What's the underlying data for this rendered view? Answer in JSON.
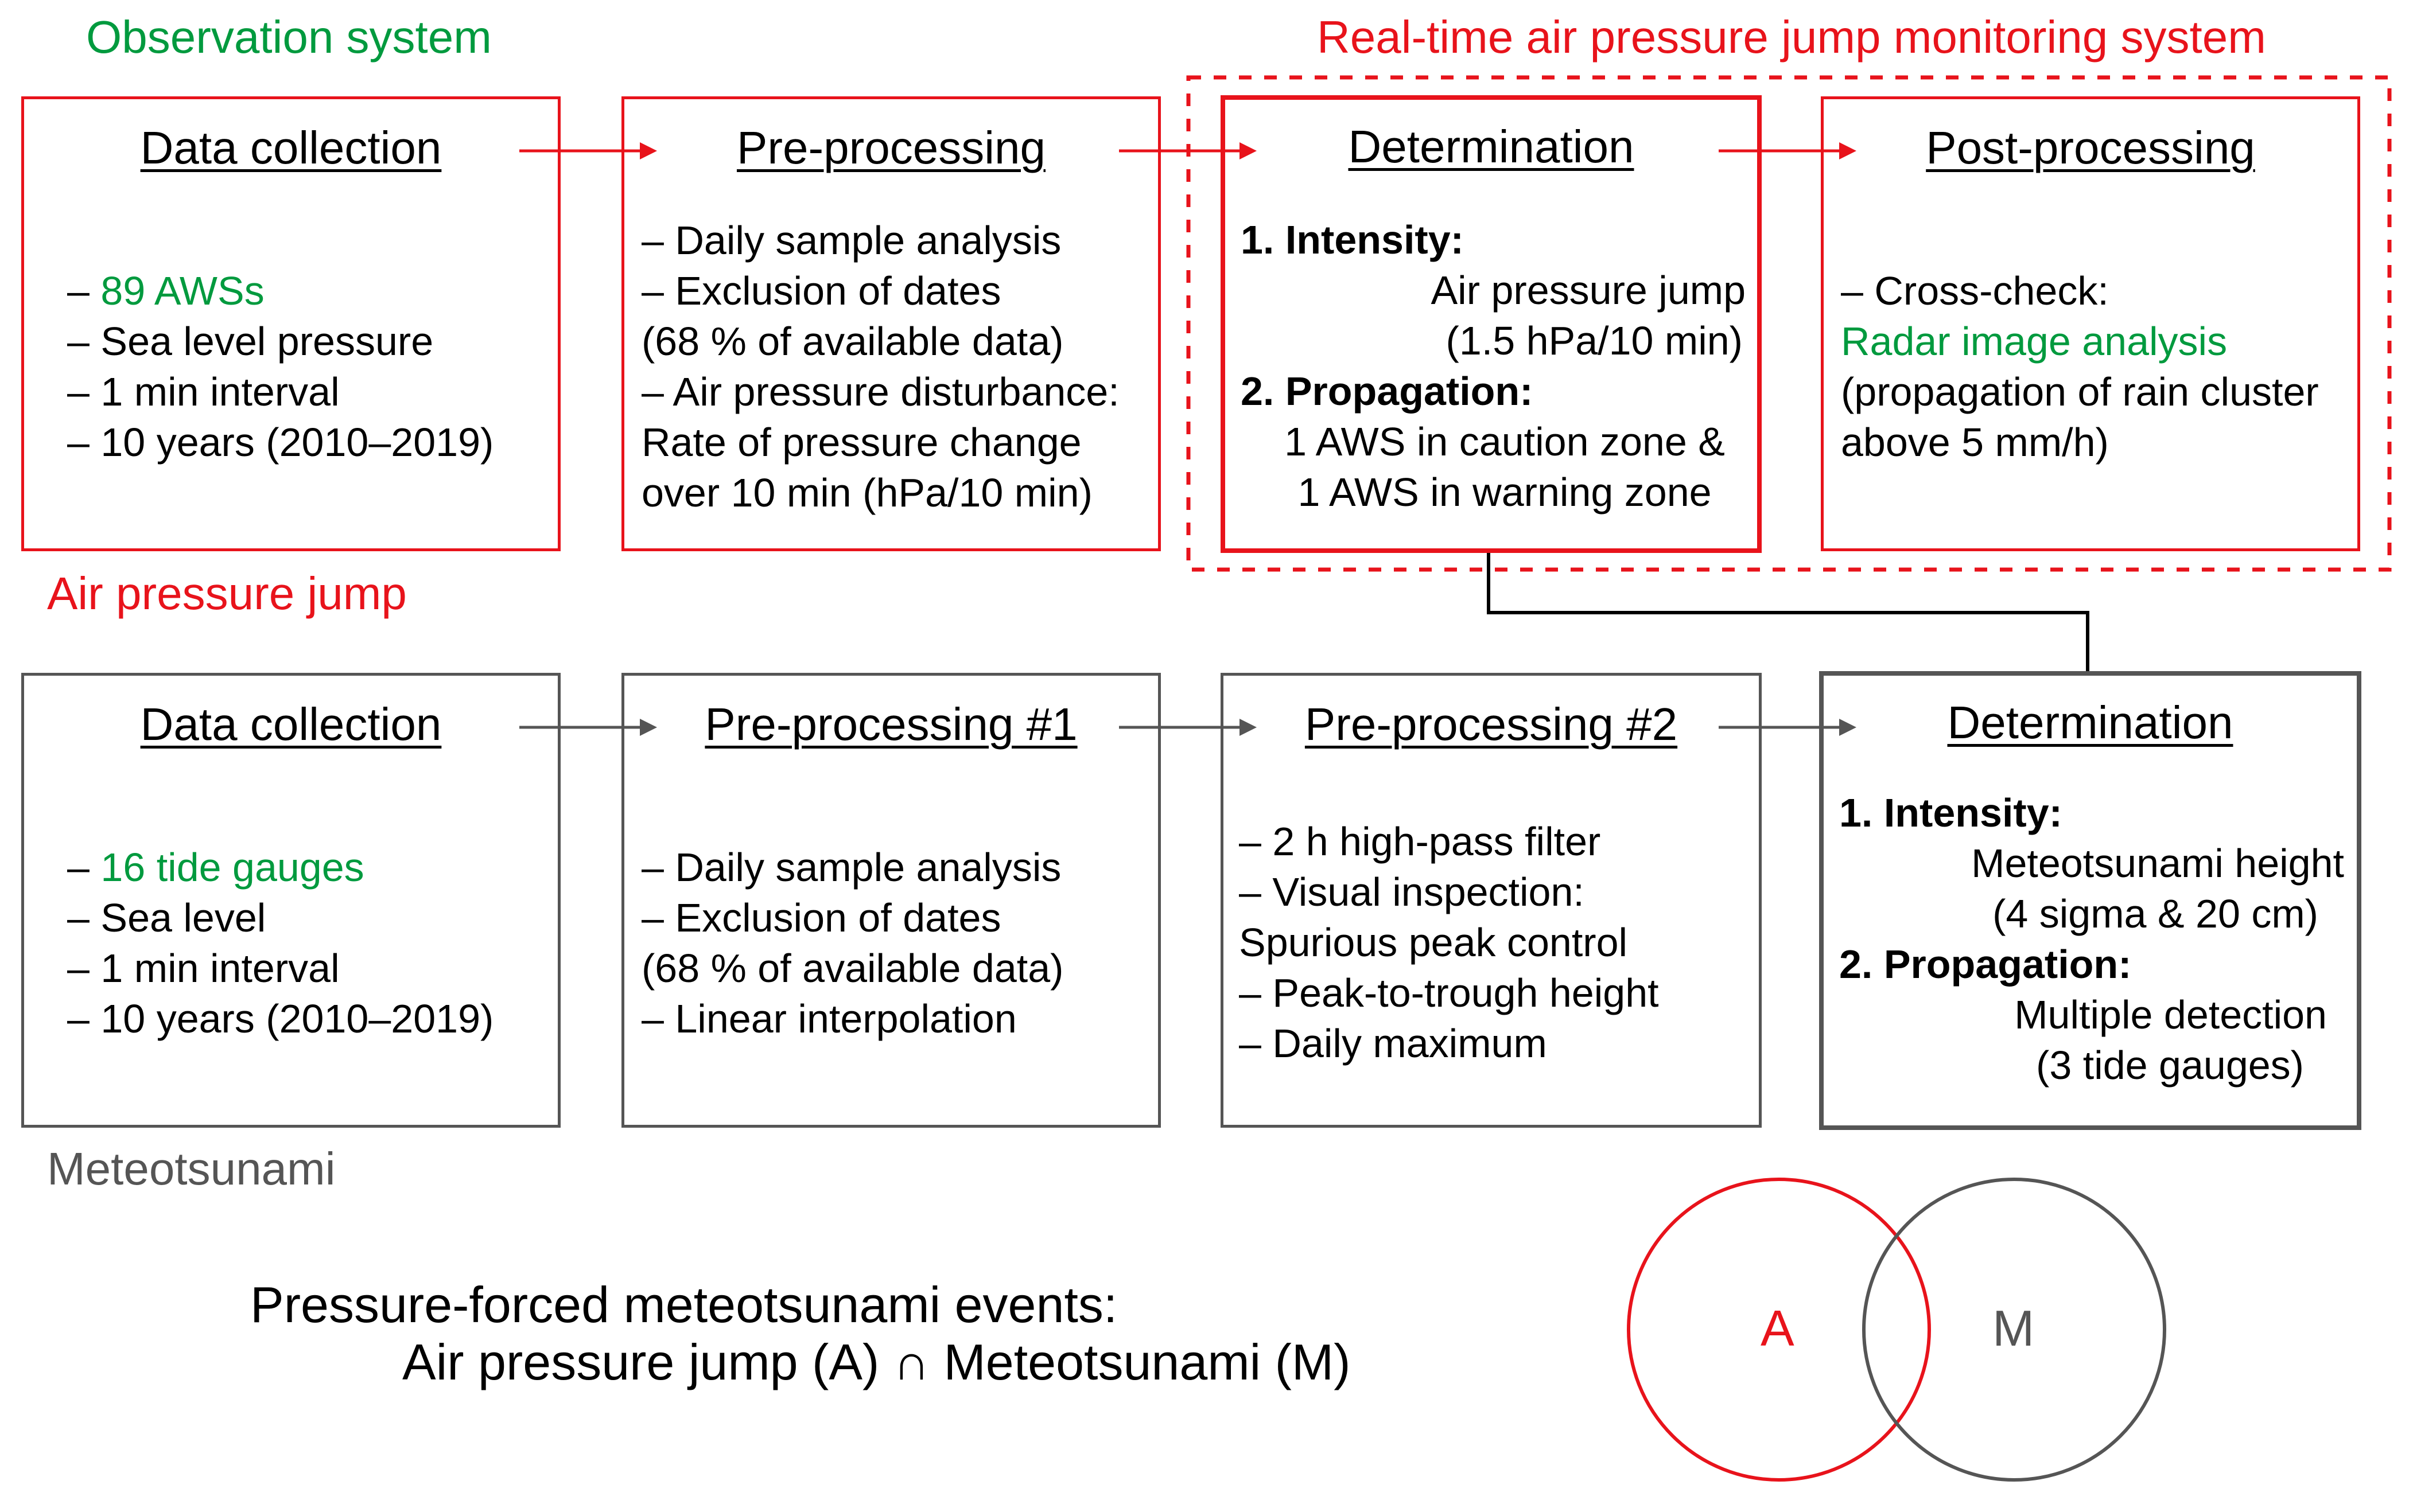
{
  "section_labels": {
    "observation_system": "Observation system",
    "monitoring_system": "Real-time air pressure jump monitoring system",
    "air_pressure_jump": "Air pressure jump",
    "meteotsunami": "Meteotsunami"
  },
  "colors": {
    "red": "#E8131B",
    "green": "#009A3E",
    "grey": "#555555",
    "black": "#000000"
  },
  "air_pressure_row": {
    "data_collection": {
      "title": "Data collection",
      "items": [
        "– ",
        "89 AWSs",
        "– Sea level pressure",
        "– 1 min interval",
        "– 10 years (2010–2019)"
      ]
    },
    "pre_processing": {
      "title": "Pre-processing",
      "items": [
        "– Daily sample analysis",
        "– Exclusion of dates",
        "(68 % of available data)",
        "– Air pressure disturbance:",
        "Rate of pressure change",
        "over 10 min (hPa/10 min)"
      ]
    },
    "determination": {
      "title": "Determination",
      "intensity_heading": "1. Intensity:",
      "intensity_lines": [
        "Air pressure jump",
        "(1.5 hPa/10 min)"
      ],
      "propagation_heading": "2. Propagation:",
      "propagation_lines": [
        "1 AWS in caution zone &",
        "1 AWS in warning zone"
      ]
    },
    "post_processing": {
      "title": "Post-processing",
      "items": [
        "– Cross-check:",
        "Radar image analysis",
        "(propagation of rain cluster",
        "above 5 mm/h)"
      ]
    }
  },
  "meteotsunami_row": {
    "data_collection": {
      "title": "Data collection",
      "items": [
        "– ",
        "16 tide gauges",
        "– Sea level",
        "– 1 min interval",
        "– 10 years (2010–2019)"
      ]
    },
    "pre_processing_1": {
      "title": "Pre-processing #1",
      "items": [
        "– Daily sample analysis",
        "– Exclusion of dates",
        "(68 % of available data)",
        "– Linear interpolation"
      ]
    },
    "pre_processing_2": {
      "title": "Pre-processing #2",
      "items": [
        "– 2 h high-pass filter",
        "– Visual inspection:",
        "Spurious peak control",
        "– Peak-to-trough height",
        "– Daily maximum"
      ]
    },
    "determination": {
      "title": "Determination",
      "intensity_heading": "1. Intensity:",
      "intensity_lines": [
        "Meteotsunami height",
        "(4 sigma & 20 cm)"
      ],
      "propagation_heading": "2. Propagation:",
      "propagation_lines": [
        "Multiple detection",
        "(3 tide gauges)"
      ]
    }
  },
  "summary": {
    "line1": "Pressure-forced meteotsunami events:",
    "line2": "Air pressure jump (A) ∩ Meteotsunami (M)"
  },
  "venn": {
    "a_label": "A",
    "m_label": "M"
  }
}
